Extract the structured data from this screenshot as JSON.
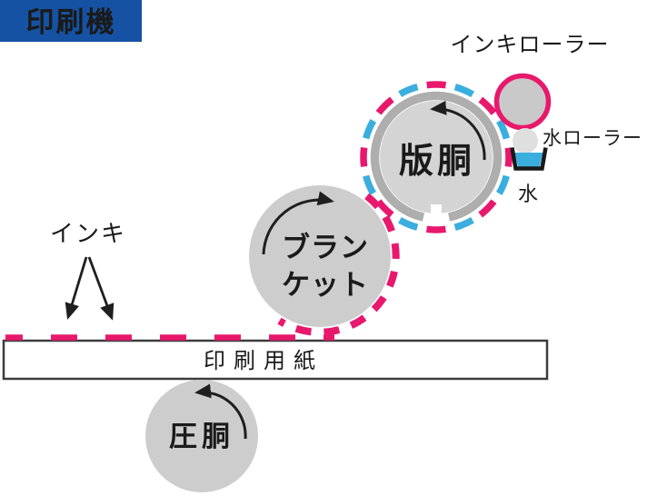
{
  "title": {
    "label": "印刷機"
  },
  "labels": {
    "ink_roller": "インキローラー",
    "water_roller": "水ローラー",
    "water": "水",
    "ink": "インキ",
    "plate_cylinder": "版胴",
    "blanket_line1": "ブラン",
    "blanket_line2": "ケット",
    "impression_cylinder": "圧胴",
    "paper": "印刷用紙"
  },
  "colors": {
    "title_bg": "#1552a4",
    "title_text": "#ffffff",
    "magenta": "#e8186d",
    "cyan": "#3aaede",
    "cylinder_gray": "#cdcdcd",
    "plate_inner_gray": "#d4d4d4",
    "plate_ring_gray": "#aeaeae",
    "ink_roller_gray": "#c9c9c9",
    "water_roller_gray": "#dfdfdf",
    "arrow_black": "#1f1f1f",
    "paper_border": "#3c3c3c",
    "paper_fill": "#ffffff"
  }
}
